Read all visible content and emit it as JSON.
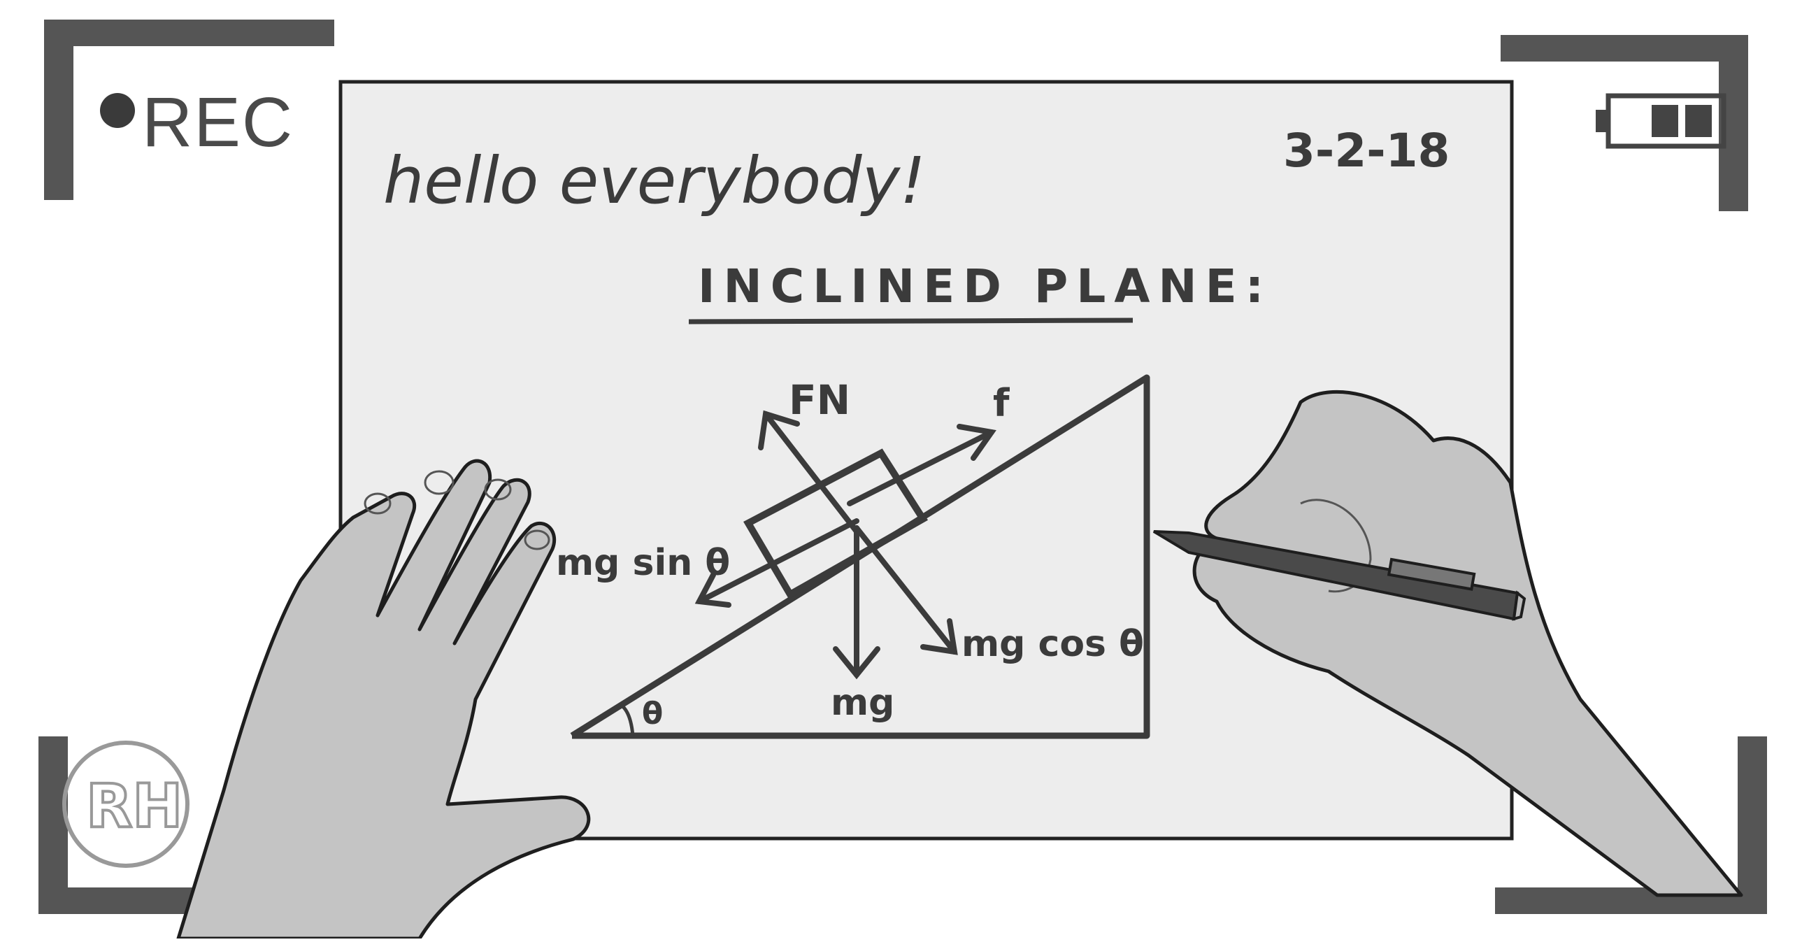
{
  "recording": {
    "label": "REC",
    "status": "recording"
  },
  "battery": {
    "icon": "battery-icon",
    "level_bars": 2,
    "total_bars": 3
  },
  "whiteboard": {
    "greeting": "hello everybody!",
    "date": "3-2-18",
    "title": "INCLINED PLANE:",
    "diagram_labels": {
      "normal_force": "FN",
      "friction": "f",
      "parallel_component": "mg sin θ",
      "perpendicular_component": "mg cos θ",
      "weight": "mg",
      "angle": "θ"
    }
  },
  "watermark": {
    "initials": "RH"
  },
  "colors": {
    "frame": "#555555",
    "board": "#ededed",
    "ink": "#3b3b3b",
    "skin": "#c4c4c4"
  }
}
